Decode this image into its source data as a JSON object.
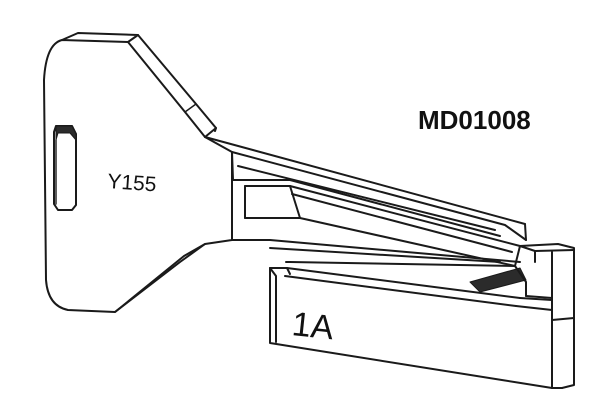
{
  "part_number": "MD01008",
  "key_code": "Y155",
  "insert_code": "1A"
}
